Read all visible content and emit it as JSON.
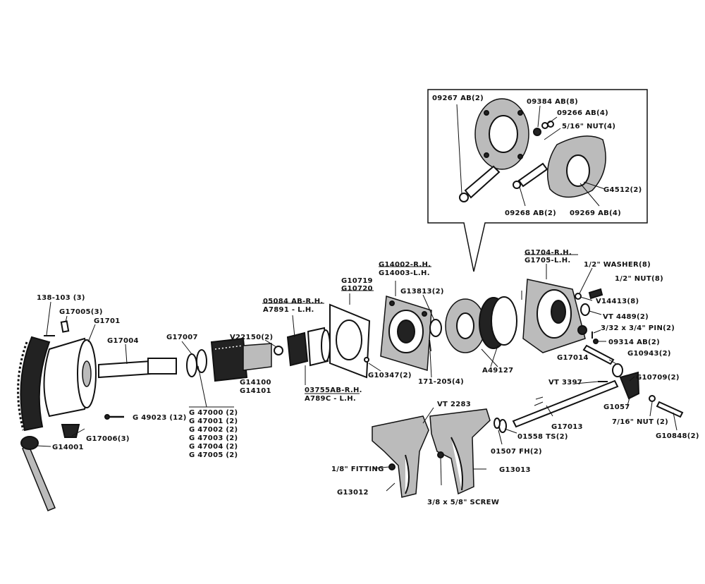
{
  "inset": {
    "labels": {
      "l_09267": "09267 AB(2)",
      "l_09384": "09384 AB(8)",
      "l_09266": "09266 AB(4)",
      "l_nut516": "5/16\" NUT(4)",
      "l_g4512": "G4512(2)",
      "l_09268": "09268 AB(2)",
      "l_09269": "09269 AB(4)"
    }
  },
  "labels": {
    "l_138_103": "138-103 (3)",
    "l_g17005": "G17005(3)",
    "l_g1701": "G1701",
    "l_g17004": "G17004",
    "l_g17007": "G17007",
    "l_v22150": "V22150(2)",
    "l_05084": "05084 AB-R.H.",
    "l_a7891": "A7891 - L.H.",
    "l_g10719": "G10719",
    "l_g10720": "G10720",
    "l_g14002": "G14002-R.H.",
    "l_g14003": "G14003-L.H.",
    "l_g13813": "G13813(2)",
    "l_g1704": "G1704-R.H.",
    "l_g1705": "G1705-L.H.",
    "l_washer": "1/2\" WASHER(8)",
    "l_nut12": "1/2\" NUT(8)",
    "l_v14413": "V14413(8)",
    "l_vt4489": "VT 4489(2)",
    "l_pin": "3/32 x 3/4\" PIN(2)",
    "l_09314": "09314 AB(2)",
    "l_g10943": "G10943(2)",
    "l_g17014": "G17014",
    "l_g10709": "G10709(2)",
    "l_vt3397": "VT 3397",
    "l_g1057": "G1057",
    "l_nut716": "7/16\" NUT (2)",
    "l_g10848": "G10848(2)",
    "l_g14100": "G14100",
    "l_g14101": "G14101",
    "l_03755": "03755AB-R.H.",
    "l_a789c": "A789C - L.H.",
    "l_g10347": "G10347(2)",
    "l_171_205": "171-205(4)",
    "l_a49127": "A49127",
    "l_g49023": "G 49023 (12)",
    "l_g17006": "G17006(3)",
    "l_g14001": "G14001",
    "l_g47000": "G 47000 (2)",
    "l_g47001": "G 47001 (2)",
    "l_g47002": "G 47002 (2)",
    "l_g47003": "G 47003 (2)",
    "l_g47004": "G 47004 (2)",
    "l_g47005": "G 47005 (2)",
    "l_vt2283": "VT 2283",
    "l_g17013": "G17013",
    "l_01558": "01558 TS(2)",
    "l_01507": "01507 FH(2)",
    "l_fitting": "1/8\" FITTING",
    "l_g13013": "G13013",
    "l_g13012": "G13012",
    "l_screw": "3/8 x 5/8\" SCREW"
  }
}
